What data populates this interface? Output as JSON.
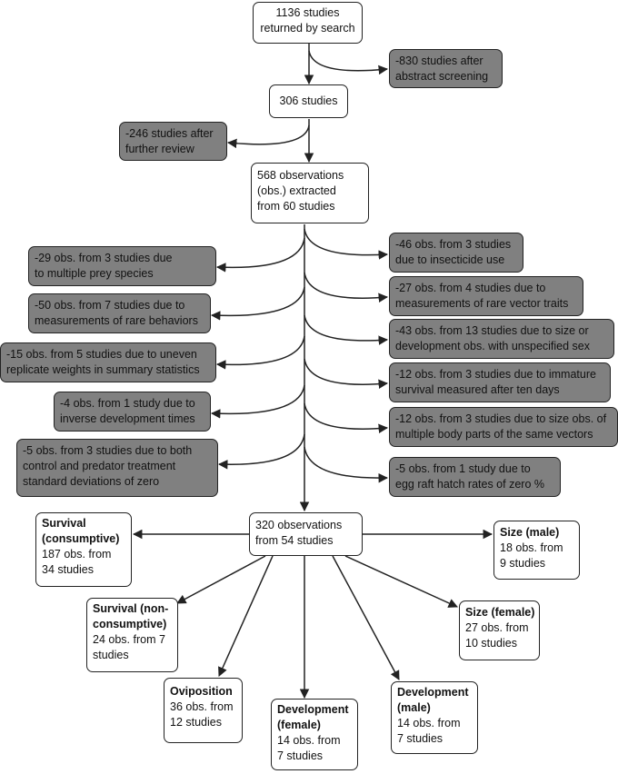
{
  "top": {
    "search": [
      "1136 studies",
      "returned by search"
    ],
    "after_abstract": [
      "306 studies"
    ],
    "extracted": [
      "568 observations",
      "(obs.) extracted",
      "from 60 studies"
    ],
    "final": [
      "320 observations",
      "from 54 studies"
    ]
  },
  "exclusions": {
    "abstract": [
      "-830 studies after",
      "abstract screening"
    ],
    "review": [
      "-246 studies after",
      "further review"
    ],
    "left": [
      [
        "-29 obs. from 3 studies due",
        "to multiple prey species"
      ],
      [
        "-50 obs. from 7 studies due to",
        "measurements of rare behaviors"
      ],
      [
        "-15 obs. from 5 studies due to uneven",
        "replicate weights in summary statistics"
      ],
      [
        "-4 obs. from 1 study due to",
        "inverse development times"
      ],
      [
        "-5 obs. from 3 studies due to both",
        "control and predator treatment",
        "standard deviations of zero"
      ]
    ],
    "right": [
      [
        "-46 obs. from 3 studies",
        "due to insecticide use"
      ],
      [
        "-27 obs. from 4 studies due to",
        "measurements of rare vector traits"
      ],
      [
        "-43 obs. from 13 studies due to size or",
        "development obs. with unspecified sex"
      ],
      [
        "-12 obs. from 3 studies due to immature",
        "survival measured after ten days"
      ],
      [
        "-12 obs. from 3 studies due to size obs. of",
        "multiple body parts of the same vectors"
      ],
      [
        "-5 obs. from 1 study due to",
        "egg raft hatch rates of zero %"
      ]
    ]
  },
  "outcomes": {
    "survival_consumptive": {
      "title": [
        "Survival",
        "(consumptive)"
      ],
      "detail": [
        "187 obs. from",
        "34 studies"
      ]
    },
    "survival_nonconsumptive": {
      "title": [
        "Survival (non-",
        "consumptive)"
      ],
      "detail": [
        "24 obs. from 7",
        "studies"
      ]
    },
    "oviposition": {
      "title": [
        "Oviposition"
      ],
      "detail": [
        "36 obs. from",
        "12 studies"
      ]
    },
    "development_female": {
      "title": [
        "Development",
        "(female)"
      ],
      "detail": [
        "14 obs. from",
        "7 studies"
      ]
    },
    "development_male": {
      "title": [
        "Development",
        "(male)"
      ],
      "detail": [
        "14 obs. from",
        "7 studies"
      ]
    },
    "size_female": {
      "title": [
        "Size (female)"
      ],
      "detail": [
        "27 obs. from",
        "10 studies"
      ]
    },
    "size_male": {
      "title": [
        "Size (male)"
      ],
      "detail": [
        "18 obs. from",
        "9 studies"
      ]
    }
  },
  "colors": {
    "exclusion_fill": "#808080",
    "box_fill": "#ffffff",
    "stroke": "#222222"
  }
}
